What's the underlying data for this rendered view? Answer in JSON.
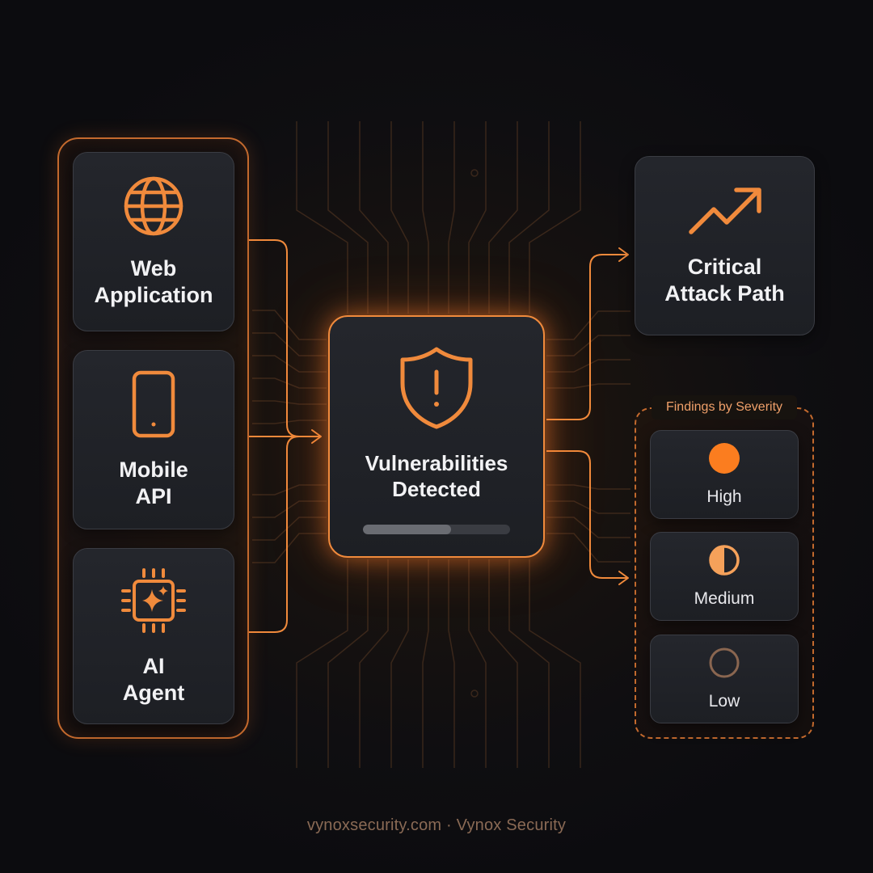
{
  "colors": {
    "accent": "#f08a3c",
    "background": "#0d0d10",
    "card": "#1f2126",
    "text": "#f2f2f4"
  },
  "sources": [
    {
      "label": "Web\nApplication",
      "icon": "globe-icon"
    },
    {
      "label": "Mobile\nAPI",
      "icon": "smartphone-icon"
    },
    {
      "label": "AI\nAgent",
      "icon": "ai-chip-icon"
    }
  ],
  "center": {
    "label": "Vulnerabilities\nDetected",
    "icon": "shield-alert-icon",
    "progress": 0.6
  },
  "critical": {
    "label": "Critical\nAttack Path",
    "icon": "trending-up-icon"
  },
  "severity": {
    "title": "Findings by Severity",
    "levels": [
      {
        "label": "High",
        "icon": "filled-circle-icon"
      },
      {
        "label": "Medium",
        "icon": "half-circle-icon"
      },
      {
        "label": "Low",
        "icon": "empty-circle-icon"
      }
    ]
  },
  "footer": "vynoxsecurity.com · Vynox Security"
}
